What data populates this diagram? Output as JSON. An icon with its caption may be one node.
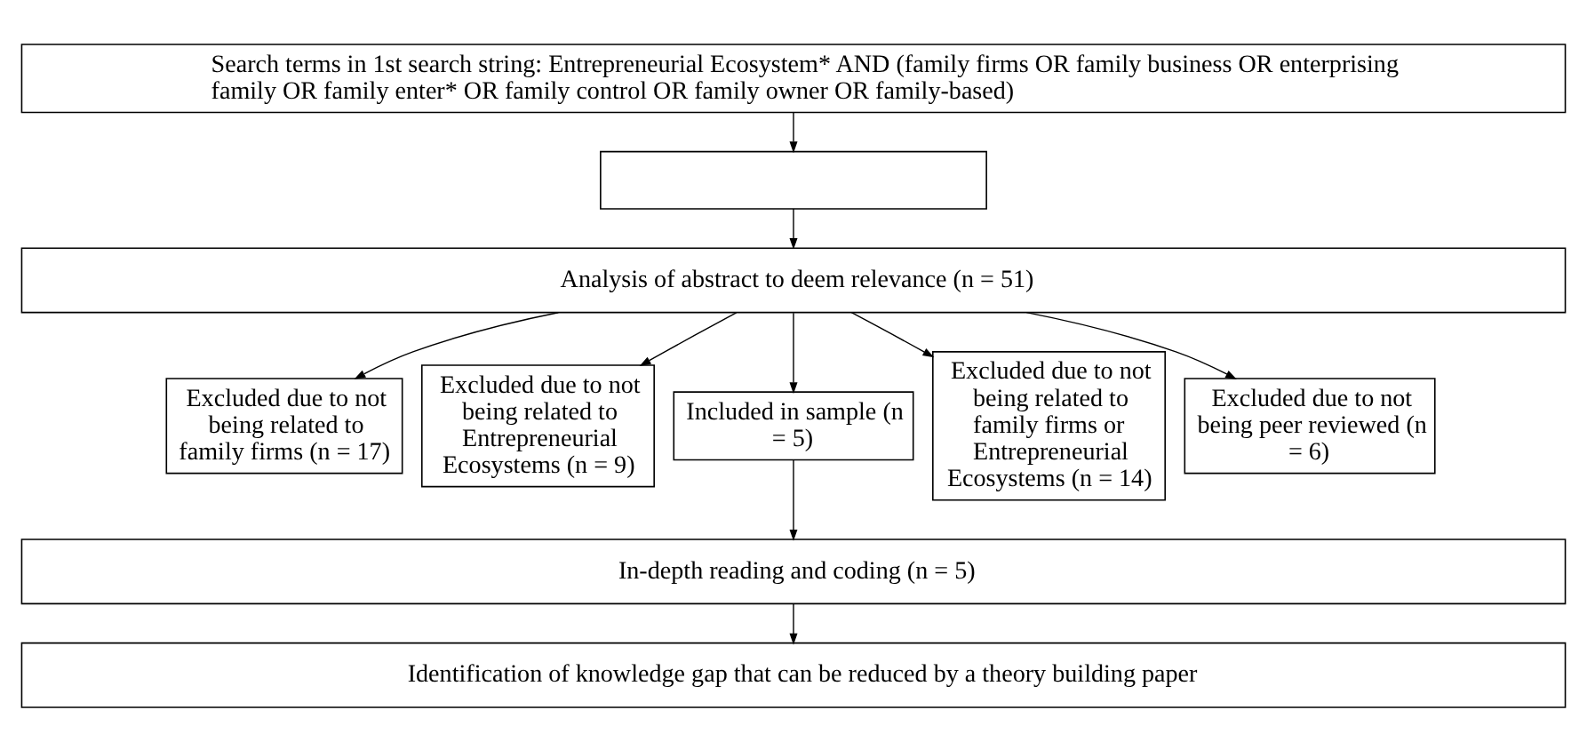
{
  "diagram": {
    "nodes": [
      {
        "text": [
          "Search terms in 1st search string: Entrepreneurial Ecosystem* AND (family firms OR family business OR enterprising family OR family enter* OR family control OR family owner OR family-based)"
        ]
      },
      {
        "text": [],
        "shape": "box"
      },
      {
        "text": [
          "Analysis of abstract to deem relevance (n = 51)"
        ]
      },
      {
        "text": [
          "Excluded due to not being related to family firms (n = 17)"
        ]
      },
      {
        "text": [
          "Excluded due to not being related to Entrepreneurial Ecosystems (n = 9)"
        ]
      },
      {
        "text": [
          "Included in sample (n = 5)"
        ]
      },
      {
        "text": [
          "Excluded due to not being related to family firms or Entrepreneurial Ecosystems (n = 14)"
        ]
      },
      {
        "text": [
          "Excluded due to not being peer reviewed (n = 6)"
        ]
      },
      {
        "text": [
          "In-depth reading and coding (n = 5)"
        ]
      },
      {
        "text": [
          "Identification of knowledge gap that can be reduced by a theory building paper"
        ]
      }
    ],
    "edges": [
      {
        "from": 0,
        "to": 1,
        "arrow": "to"
      },
      {
        "from": 1,
        "to": 2,
        "arrow": "to"
      },
      {
        "from": 2,
        "to": 3,
        "arrow": "to"
      },
      {
        "from": 2,
        "to": 4,
        "arrow": "to"
      },
      {
        "from": 2,
        "to": 5,
        "arrow": "to"
      },
      {
        "from": 2,
        "to": 6,
        "arrow": "to"
      },
      {
        "from": 2,
        "to": 7,
        "arrow": "to"
      },
      {
        "from": 5,
        "to": 8,
        "arrow": "to"
      },
      {
        "from": 8,
        "to": 9,
        "arrow": "to"
      }
    ]
  }
}
